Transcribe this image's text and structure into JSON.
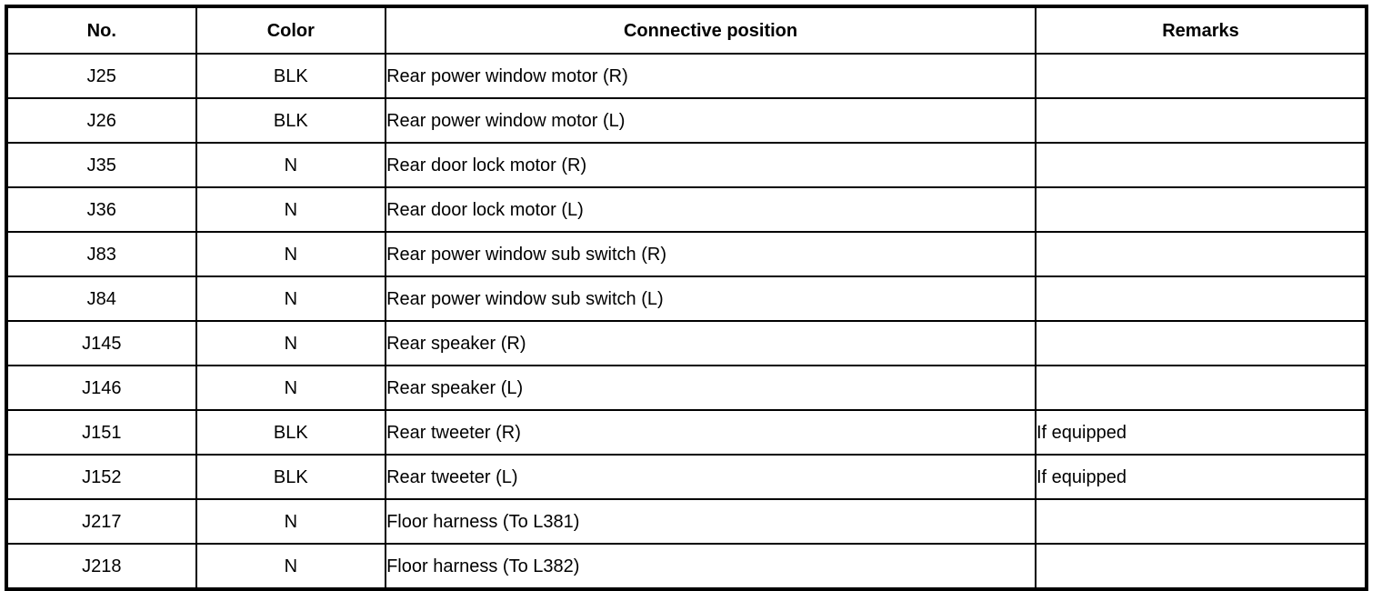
{
  "table": {
    "columns": [
      {
        "key": "no",
        "label": "No.",
        "align": "center"
      },
      {
        "key": "color",
        "label": "Color",
        "align": "center"
      },
      {
        "key": "pos",
        "label": "Connective position",
        "align": "left"
      },
      {
        "key": "remarks",
        "label": "Remarks",
        "align": "left"
      }
    ],
    "rows": [
      {
        "no": "J25",
        "color": "BLK",
        "pos": "Rear power window motor (R)",
        "remarks": ""
      },
      {
        "no": "J26",
        "color": "BLK",
        "pos": "Rear power window motor (L)",
        "remarks": ""
      },
      {
        "no": "J35",
        "color": "N",
        "pos": "Rear door lock motor (R)",
        "remarks": ""
      },
      {
        "no": "J36",
        "color": "N",
        "pos": "Rear door lock motor (L)",
        "remarks": ""
      },
      {
        "no": "J83",
        "color": "N",
        "pos": "Rear power window sub switch (R)",
        "remarks": ""
      },
      {
        "no": "J84",
        "color": "N",
        "pos": "Rear power window sub switch (L)",
        "remarks": ""
      },
      {
        "no": "J145",
        "color": "N",
        "pos": "Rear speaker (R)",
        "remarks": ""
      },
      {
        "no": "J146",
        "color": "N",
        "pos": "Rear speaker (L)",
        "remarks": ""
      },
      {
        "no": "J151",
        "color": "BLK",
        "pos": "Rear tweeter (R)",
        "remarks": "If equipped"
      },
      {
        "no": "J152",
        "color": "BLK",
        "pos": "Rear tweeter (L)",
        "remarks": "If equipped"
      },
      {
        "no": "J217",
        "color": "N",
        "pos": "Floor harness (To L381)",
        "remarks": ""
      },
      {
        "no": "J218",
        "color": "N",
        "pos": "Floor harness (To L382)",
        "remarks": ""
      }
    ]
  },
  "colors": {
    "text": "#000000",
    "border": "#000000",
    "background": "#ffffff"
  }
}
